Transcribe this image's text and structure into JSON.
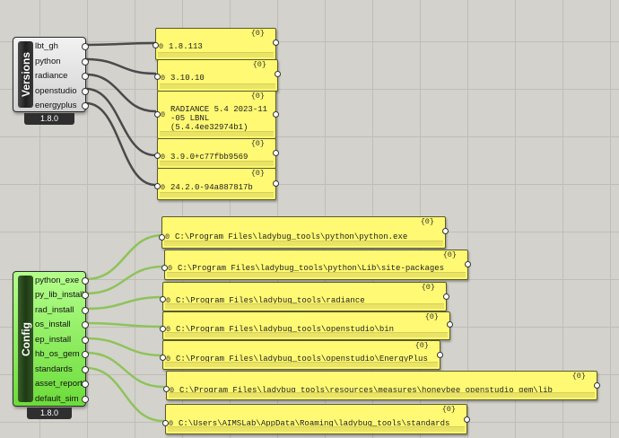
{
  "versions_component": {
    "name": "Versions",
    "version": "1.8.0",
    "outputs": [
      "lbt_gh",
      "python",
      "radiance",
      "openstudio",
      "energyplus"
    ]
  },
  "version_panels": [
    {
      "index": "0",
      "count": "{0}",
      "text": "1.8.113"
    },
    {
      "index": "0",
      "count": "{0}",
      "text": "3.10.10"
    },
    {
      "index": "0",
      "count": "{0}",
      "text": "RADIANCE 5.4 2023-11\n-05 LBNL\n(5.4.4ee32974b1)"
    },
    {
      "index": "0",
      "count": "{0}",
      "text": "3.9.0+c77fbb9569"
    },
    {
      "index": "0",
      "count": "{0}",
      "text": "24.2.0-94a887817b"
    }
  ],
  "config_component": {
    "name": "Config",
    "version": "1.8.0",
    "outputs": [
      "python_exe",
      "py_lib_install",
      "rad_install",
      "os_install",
      "ep_install",
      "hb_os_gem",
      "standards",
      "asset_report",
      "default_sim"
    ]
  },
  "config_panels": [
    {
      "index": "0",
      "count": "{0}",
      "text": "C:\\Program Files\\ladybug_tools\\python\\python.exe"
    },
    {
      "index": "0",
      "count": "{0}",
      "text": "C:\\Program Files\\ladybug_tools\\python\\Lib\\site-packages"
    },
    {
      "index": "0",
      "count": "{0}",
      "text": "C:\\Program Files\\ladybug_tools\\radiance"
    },
    {
      "index": "0",
      "count": "{0}",
      "text": "C:\\Program Files\\ladybug_tools\\openstudio\\bin"
    },
    {
      "index": "0",
      "count": "{0}",
      "text": "C:\\Program Files\\ladybug_tools\\openstudio\\EnergyPlus"
    },
    {
      "index": "0",
      "count": "{0}",
      "text": "C:\\Program Files\\ladybug_tools\\resources\\measures\\honeybee_openstudio_gem\\lib"
    },
    {
      "index": "0",
      "count": "{0}",
      "text": "C:\\Users\\AIMSLab\\AppData\\Roaming\\ladybug_tools\\standards"
    }
  ],
  "colors": {
    "canvas": "#d3d2cd",
    "panel": "#fff973",
    "wire_versions": "#4a4a4a",
    "wire_config": "#8fc35a"
  }
}
